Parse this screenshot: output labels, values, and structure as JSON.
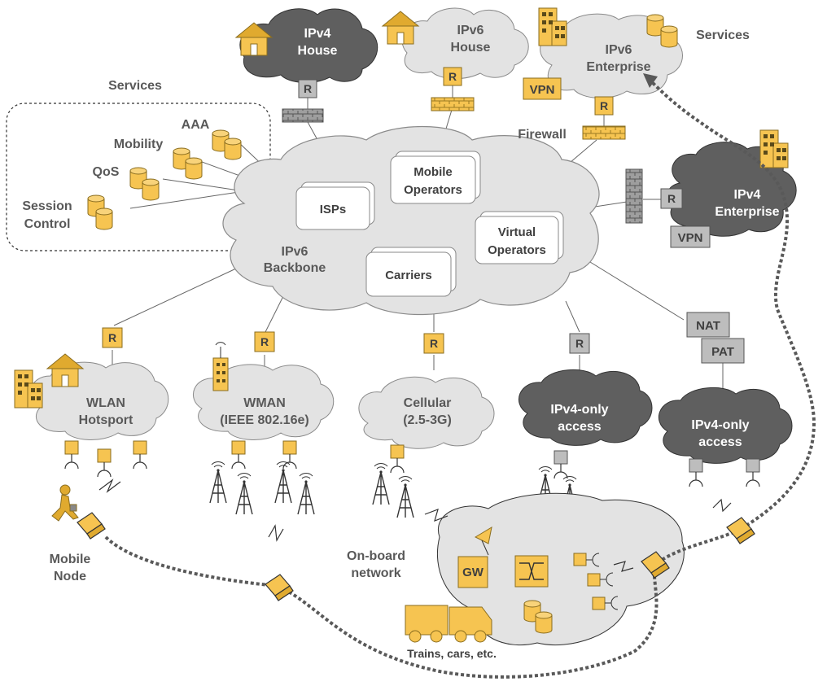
{
  "colors": {
    "cloud_light": "#e3e3e3",
    "cloud_dark": "#5f5f5f",
    "accent_yellow": "#f6c451",
    "router_gray": "#bdbdbd",
    "text_gray": "#595959",
    "path_dash": "#595959"
  },
  "top": {
    "ipv4_house": [
      "IPv4",
      "House"
    ],
    "ipv6_house": [
      "IPv6",
      "House"
    ],
    "ipv6_enterprise": [
      "IPv6",
      "Enterprise"
    ],
    "services_right": "Services",
    "vpn": "VPN",
    "firewall": "Firewall"
  },
  "services_box": {
    "title": "Services",
    "aaa": "AAA",
    "mobility": "Mobility",
    "qos": "QoS",
    "session_control": [
      "Session",
      "Control"
    ]
  },
  "backbone": {
    "label": [
      "IPv6",
      "Backbone"
    ],
    "isps": "ISPs",
    "mobile_operators": [
      "Mobile",
      "Operators"
    ],
    "virtual_operators": [
      "Virtual",
      "Operators"
    ],
    "carriers": "Carriers"
  },
  "ipv4_enterprise": {
    "label": [
      "IPv4",
      "Enterprise"
    ],
    "vpn": "VPN"
  },
  "router_label": "R",
  "nat": "NAT",
  "pat": "PAT",
  "access": {
    "wlan": [
      "WLAN",
      "Hotsport"
    ],
    "wman": [
      "WMAN",
      "(IEEE 802.16e)"
    ],
    "cellular": [
      "Cellular",
      "(2.5-3G)"
    ],
    "ipv4_only_1": [
      "IPv4-only",
      "access"
    ],
    "ipv4_only_2": [
      "IPv4-only",
      "access"
    ]
  },
  "onboard": {
    "label": [
      "On-board",
      "network"
    ],
    "gw": "GW",
    "vehicles": "Trains, cars, etc."
  },
  "mobile_node": [
    "Mobile",
    "Node"
  ]
}
